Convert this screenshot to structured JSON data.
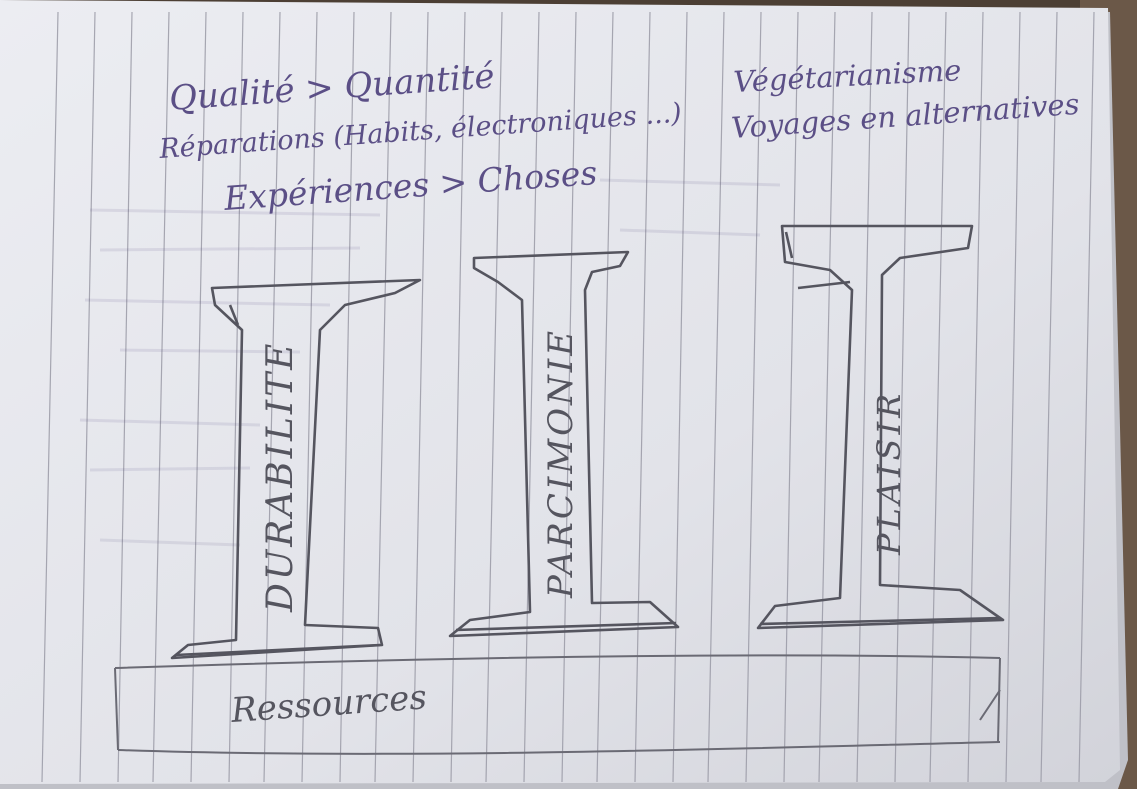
{
  "notes": {
    "line1": "Qualité > Quantité",
    "line2": "Réparations (Habits, électroniques ...)",
    "line3": "Expériences > Choses",
    "right1": "Végétarianisme",
    "right2": "Voyages en alternatives"
  },
  "pillars": [
    {
      "label": "DURABILITE"
    },
    {
      "label": "PARCIMONIE"
    },
    {
      "label": "PLAISIR"
    }
  ],
  "foundation": {
    "label": "Ressources"
  },
  "colors": {
    "paper": "#e4e4ea",
    "ruling": "#9a9aa6",
    "ink_pencil": "#55555f",
    "ink_pen": "#5b4f86"
  }
}
